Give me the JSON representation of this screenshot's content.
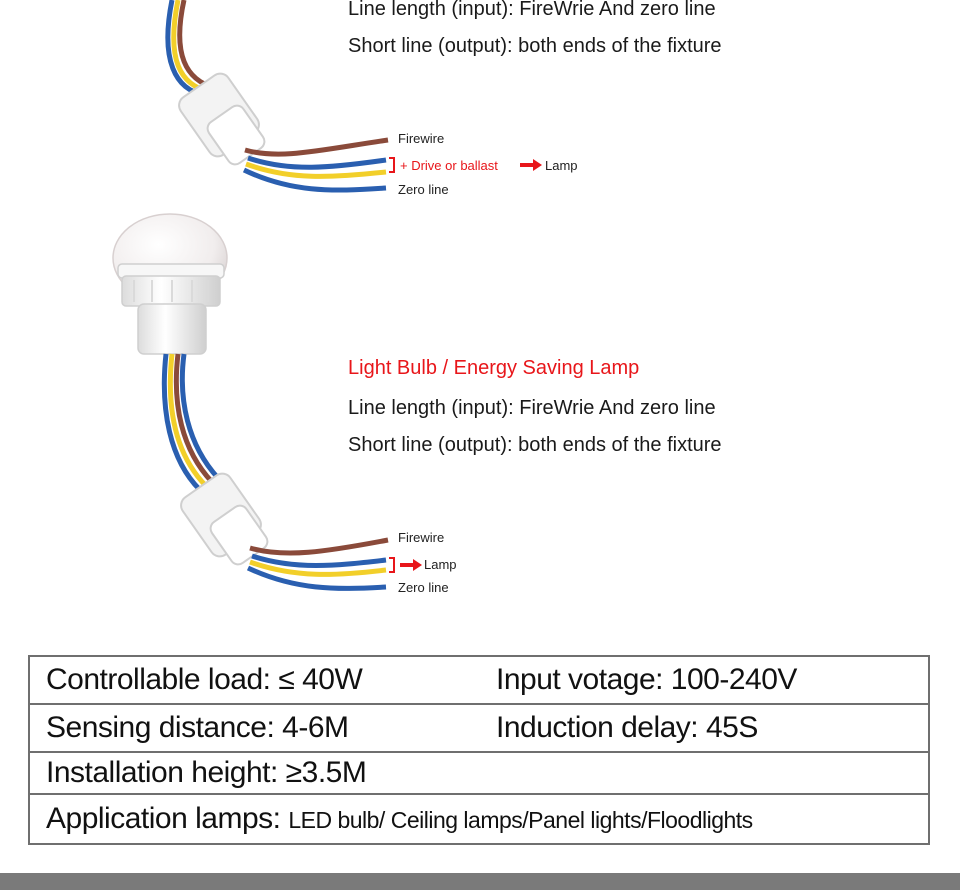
{
  "section1": {
    "line_input": "Line length (input): FireWrie And zero line",
    "line_output": "Short line (output): both ends of the fixture",
    "wire_fire": "Firewire",
    "wire_mid_driver": "+ Drive or ballast",
    "wire_mid_lamp": "Lamp",
    "wire_zero": "Zero line"
  },
  "section2": {
    "heading": "Light Bulb / Energy Saving Lamp",
    "line_input": "Line length (input): FireWrie And zero line",
    "line_output": "Short line (output): both ends of the fixture",
    "wire_fire": "Firewire",
    "wire_mid_lamp": "Lamp",
    "wire_zero": "Zero line"
  },
  "specs": {
    "controllable_load": "Controllable load: ≤ 40W",
    "input_voltage": "Input votage: 100-240V",
    "sensing_distance": "Sensing distance: 4-6M",
    "induction_delay": "Induction delay: 45S",
    "installation_height": "Installation height: ≥3.5M",
    "application_label": "Application lamps:",
    "application_value": "LED bulb/ Ceiling lamps/Panel lights/Floodlights"
  },
  "colors": {
    "accent_red": "#e8161a",
    "wire_brown": "#8a4a3a",
    "wire_yellow": "#f2cf2a",
    "wire_blue": "#2a5fb0",
    "border_gray": "#6f6f6f"
  }
}
